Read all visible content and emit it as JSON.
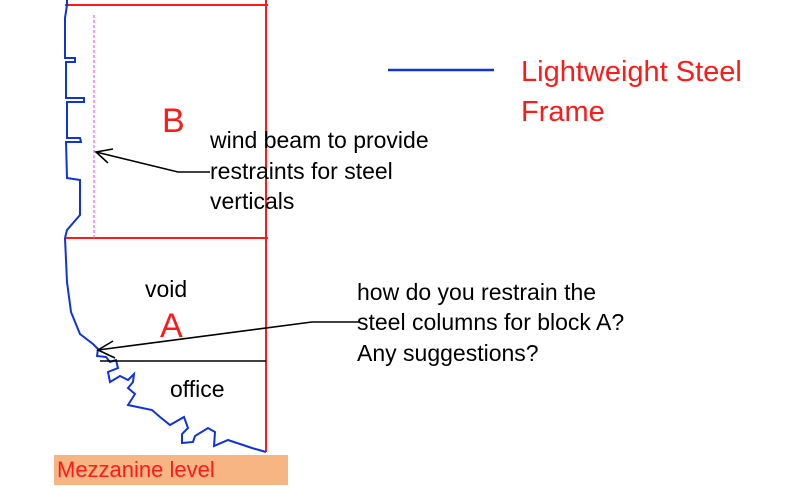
{
  "colors": {
    "frame_red": "#ff1a1a",
    "steel_blue": "#1133dd",
    "dashed_magenta": "#ff55ff",
    "mezzanine_bg": "#f7b583",
    "text_black": "#000000",
    "text_red": "#ff1a1a"
  },
  "legend": {
    "line_line1": "Lightweight Steel",
    "line_line2": "Frame"
  },
  "blocks": {
    "b_label": "B",
    "a_label": "A"
  },
  "rooms": {
    "void_label": "void",
    "office_label": "office"
  },
  "annotations": {
    "wind_beam": [
      "wind beam to provide",
      "restraints for steel",
      "verticals"
    ],
    "restrain": [
      "how do you restrain the",
      "steel columns for block A?",
      "Any suggestions?"
    ]
  },
  "mezzanine_label": "Mezzanine level"
}
